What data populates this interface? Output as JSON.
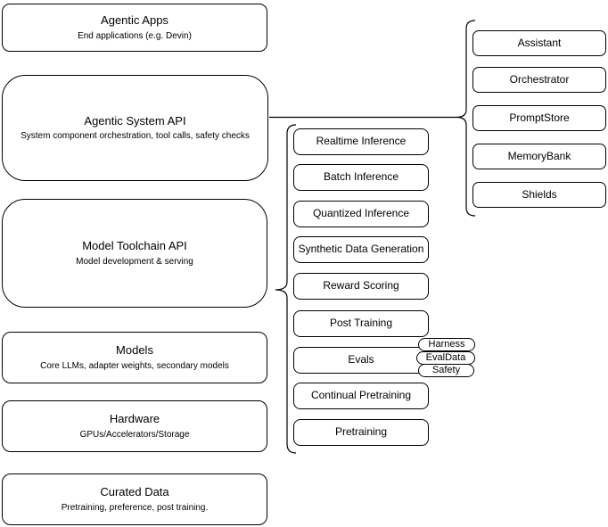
{
  "diagram": {
    "colors": {
      "background": "#ffffff",
      "stroke": "#000000",
      "fill": "#ffffff",
      "text": "#000000"
    },
    "stack": [
      {
        "title": "Agentic Apps",
        "subtitle": "End applications (e.g. Devin)"
      },
      {
        "title": "Agentic System API",
        "subtitle": "System component orchestration, tool calls, safety checks"
      },
      {
        "title": "Model Toolchain API",
        "subtitle": "Model development & serving"
      },
      {
        "title": "Models",
        "subtitle": "Core LLMs, adapter weights, secondary models"
      },
      {
        "title": "Hardware",
        "subtitle": "GPUs/Accelerators/Storage"
      },
      {
        "title": "Curated Data",
        "subtitle": "Pretraining, preference, post training."
      }
    ],
    "toolchain_services": [
      "Realtime Inference",
      "Batch Inference",
      "Quantized Inference",
      "Synthetic Data Generation",
      "Reward Scoring",
      "Post Training",
      "Evals",
      "Continual Pretraining",
      "Pretraining"
    ],
    "eval_tags": [
      "Harness",
      "EvalData",
      "Safety"
    ],
    "system_components": [
      "Assistant",
      "Orchestrator",
      "PromptStore",
      "MemoryBank",
      "Shields"
    ]
  }
}
